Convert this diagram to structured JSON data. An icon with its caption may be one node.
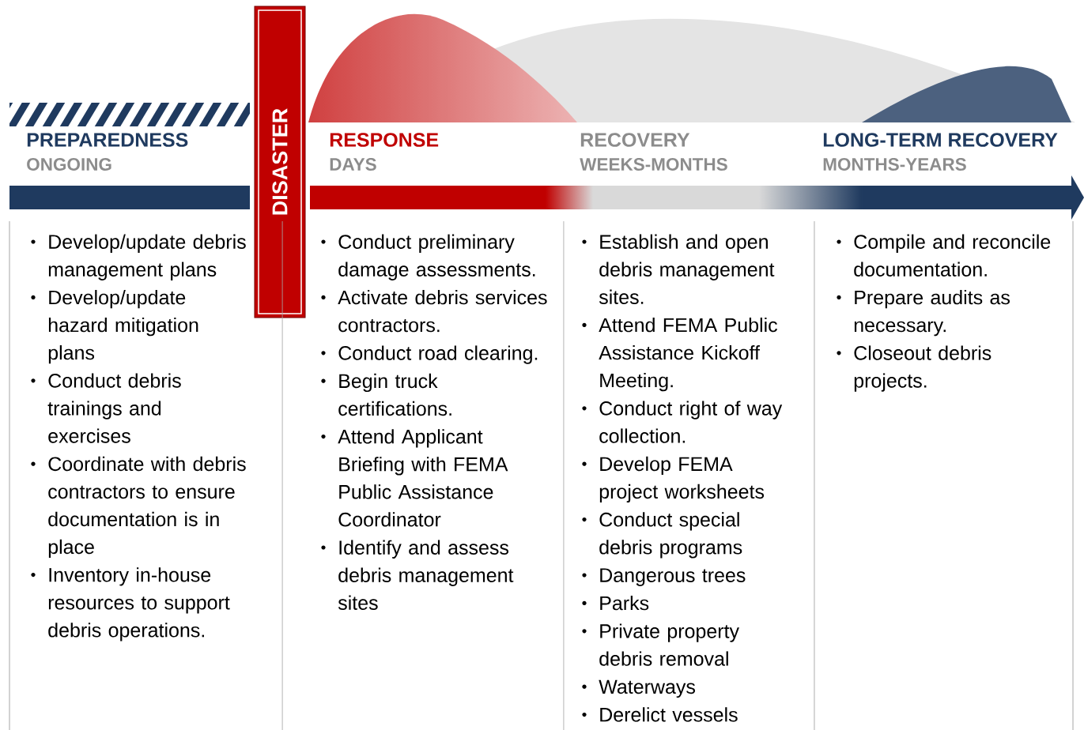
{
  "diagram": {
    "nodes": [
      {
        "text": [
          "PREPAREDNESS",
          "ONGOING",
          "Develop/update debris management plans",
          "Develop/update hazard mitigation plans",
          "Conduct debris trainings and exercises",
          "Coordinate with debris contractors to ensure documentation is in place",
          "Inventory in-house resources to support debris operations."
        ]
      },
      {
        "text": [
          "DISASTER"
        ]
      },
      {
        "text": [
          "RESPONSE",
          "DAYS",
          "Conduct preliminary damage assessments.",
          "Activate debris services contractors.",
          "Conduct road clearing.",
          "Begin truck certifications.",
          "Attend Applicant Briefing with FEMA Public Assistance Coordinator",
          "Identify and assess debris management sites"
        ]
      },
      {
        "text": [
          "RECOVERY",
          "WEEKS-MONTHS",
          "Establish and open debris management sites.",
          "Attend FEMA Public Assistance Kickoff Meeting.",
          "Conduct right of way collection.",
          "Develop FEMA project worksheets",
          "Conduct special debris programs",
          "Dangerous trees",
          "Parks",
          "Private property debris removal",
          "Waterways",
          "Derelict vessels"
        ]
      },
      {
        "text": [
          "LONG-TERM RECOVERY",
          "MONTHS-YEARS",
          "Compile and reconcile documentation.",
          "Prepare audits as necessary.",
          "Closeout debris projects."
        ]
      }
    ]
  }
}
